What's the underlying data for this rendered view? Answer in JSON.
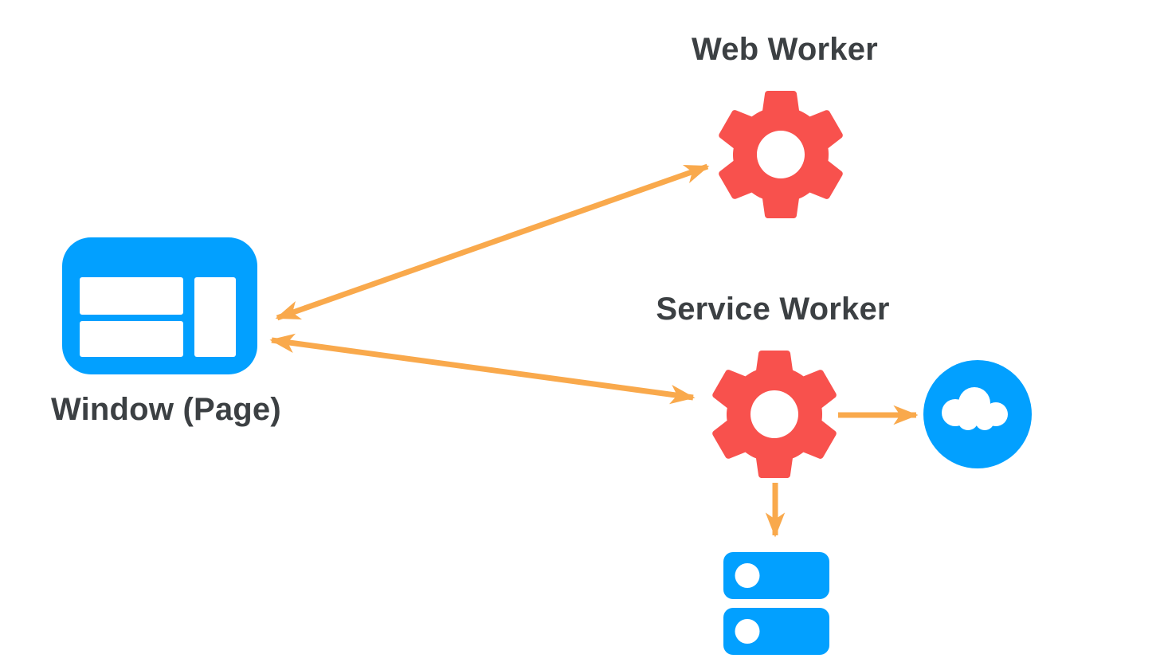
{
  "diagram": {
    "nodes": {
      "window": {
        "label": "Window (Page)",
        "icon": "browser-window-icon",
        "color": "#02A0FF"
      },
      "web_worker": {
        "label": "Web Worker",
        "icon": "gear-icon",
        "color": "#F8514D"
      },
      "service_worker": {
        "label": "Service Worker",
        "icon": "gear-icon",
        "color": "#F8514D"
      },
      "network_cloud": {
        "label": "",
        "icon": "cloud-icon",
        "color": "#02A0FF"
      },
      "storage_database": {
        "label": "",
        "icon": "database-icon",
        "color": "#02A0FF"
      }
    },
    "edges": [
      {
        "from": "window",
        "to": "web_worker",
        "direction": "bidirectional"
      },
      {
        "from": "window",
        "to": "service_worker",
        "direction": "bidirectional"
      },
      {
        "from": "service_worker",
        "to": "network_cloud",
        "direction": "one-way"
      },
      {
        "from": "service_worker",
        "to": "storage_database",
        "direction": "one-way"
      }
    ],
    "colors": {
      "node_blue": "#02A0FF",
      "worker_red": "#F8514D",
      "arrow_orange": "#F9A94C",
      "label_text": "#3C4043",
      "background": "#FFFFFF"
    }
  }
}
